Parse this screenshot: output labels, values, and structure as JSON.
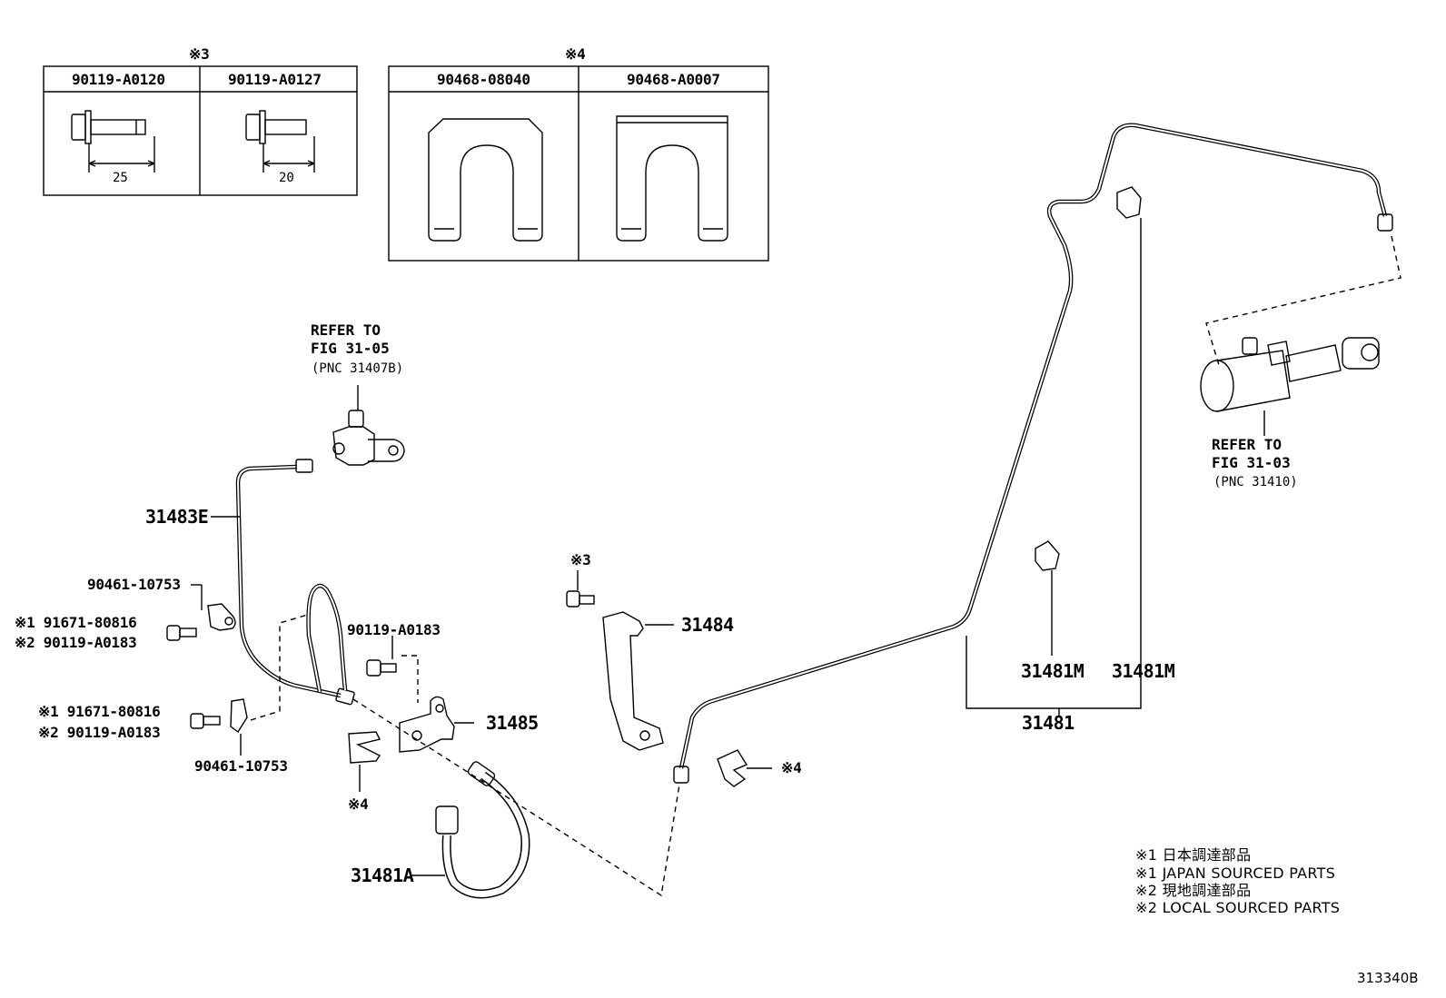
{
  "figure_id": "313340B",
  "tables": [
    {
      "mark": "※3",
      "cols": [
        {
          "part": "90119-A0120",
          "dim": "25"
        },
        {
          "part": "90119-A0127",
          "dim": "20"
        }
      ]
    },
    {
      "mark": "※4",
      "cols": [
        {
          "part": "90468-08040"
        },
        {
          "part": "90468-A0007"
        }
      ]
    }
  ],
  "references": [
    {
      "line1": "REFER TO",
      "line2": "FIG 31-05",
      "line3": "(PNC 31407B)"
    },
    {
      "line1": "REFER TO",
      "line2": "FIG 31-03",
      "line3": "(PNC 31410)"
    }
  ],
  "callouts": {
    "p31483E": "31483E",
    "p90461_top": "90461-10753",
    "p1_top": "※1 91671-80816",
    "p2_top": "※2 90119-A0183",
    "p90119_a0183": "90119-A0183",
    "p1_bot": "※1 91671-80816",
    "p2_bot": "※2 90119-A0183",
    "p90461_bot": "90461-10753",
    "p31485": "31485",
    "mark4_left": "※4",
    "p31481A": "31481A",
    "mark3_mid": "※3",
    "p31484": "31484",
    "mark4_right": "※4",
    "p31481M_a": "31481M",
    "p31481M_b": "31481M",
    "p31481": "31481"
  },
  "legend": [
    "※1  日本調達部品",
    "※1  JAPAN SOURCED PARTS",
    "※2  現地調達部品",
    "※2  LOCAL SOURCED PARTS"
  ]
}
